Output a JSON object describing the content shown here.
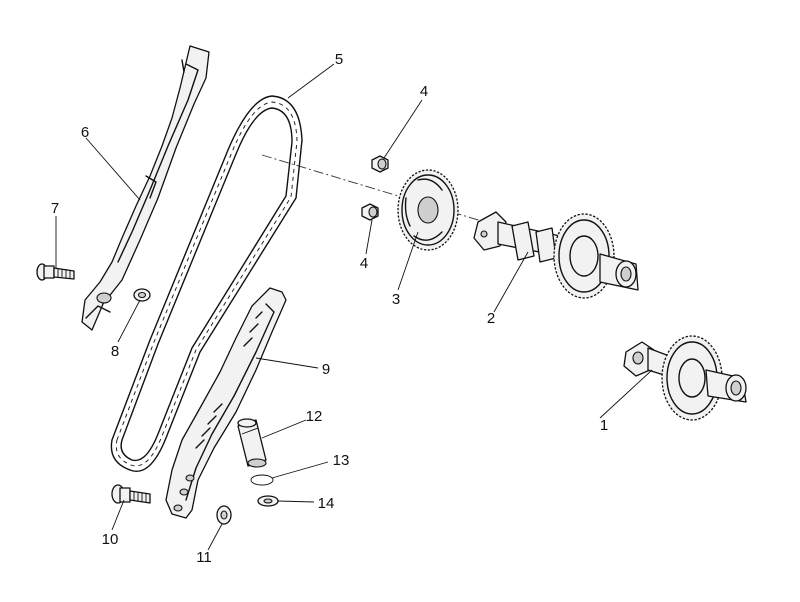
{
  "callouts": [
    {
      "id": "c1",
      "label": "1"
    },
    {
      "id": "c2",
      "label": "2"
    },
    {
      "id": "c3",
      "label": "3"
    },
    {
      "id": "c4a",
      "label": "4"
    },
    {
      "id": "c4b",
      "label": "4"
    },
    {
      "id": "c5",
      "label": "5"
    },
    {
      "id": "c6",
      "label": "6"
    },
    {
      "id": "c7",
      "label": "7"
    },
    {
      "id": "c8",
      "label": "8"
    },
    {
      "id": "c9",
      "label": "9"
    },
    {
      "id": "c10",
      "label": "10"
    },
    {
      "id": "c11",
      "label": "11"
    },
    {
      "id": "c12",
      "label": "12"
    },
    {
      "id": "c13",
      "label": "13"
    },
    {
      "id": "c14",
      "label": "14"
    }
  ]
}
